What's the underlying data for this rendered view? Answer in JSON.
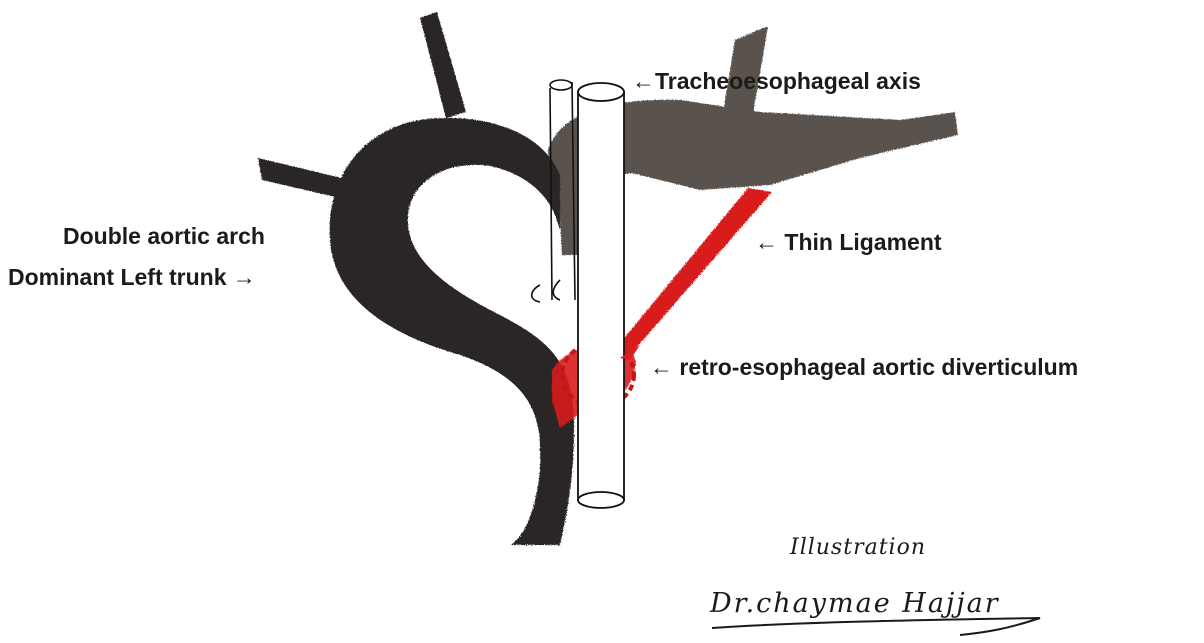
{
  "labels": {
    "trachea": "←Tracheoesophageal axis",
    "ligament": "← Thin Ligament",
    "diverticulum": "← retro-esophageal aortic diverticulum",
    "arch_line1": "Double aortic arch",
    "arch_line2": "Dominant Left trunk →"
  },
  "signature": {
    "line1": "Illustration",
    "line2": "Dr.chaymae Hajjar"
  },
  "colors": {
    "dominant_arch": "#2b2625",
    "minor_arch": "#5a524e",
    "ligament": "#d81e1e",
    "background": "#ffffff",
    "outline": "#111111"
  }
}
